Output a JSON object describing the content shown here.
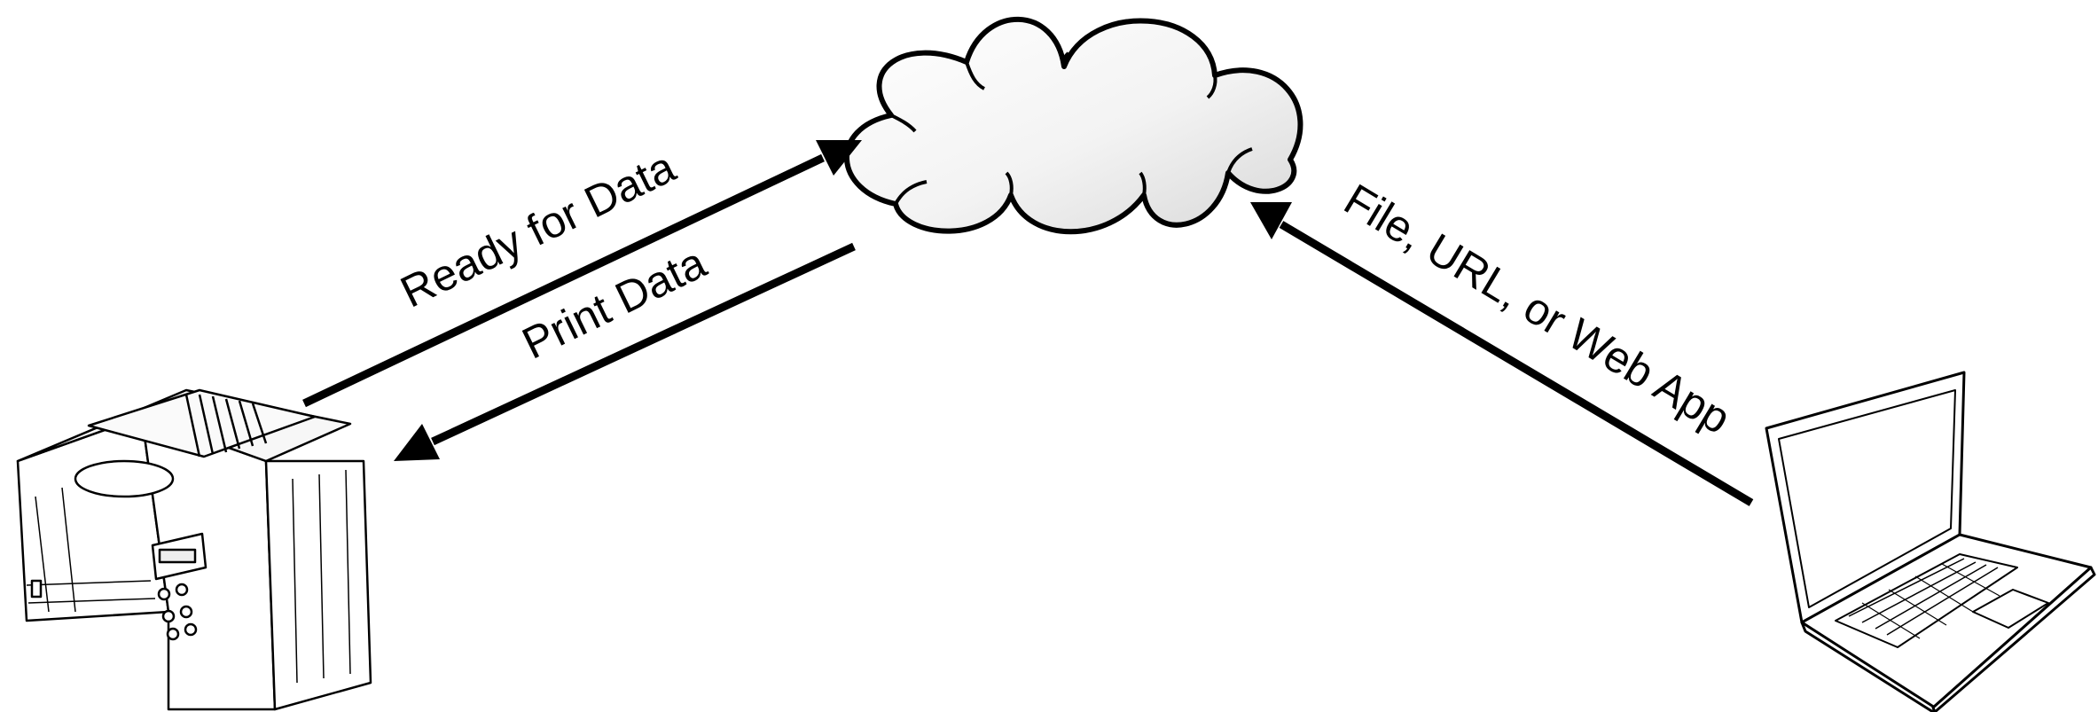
{
  "diagram": {
    "nodes": {
      "cloud": {
        "icon": "cloud-icon"
      },
      "printer": {
        "icon": "printer-icon"
      },
      "laptop": {
        "icon": "laptop-icon"
      }
    },
    "edges": [
      {
        "id": "ready-for-data",
        "label": "Ready for Data",
        "from": "printer",
        "to": "cloud"
      },
      {
        "id": "print-data",
        "label": "Print Data",
        "from": "cloud",
        "to": "printer"
      },
      {
        "id": "file-url-webapp",
        "label": "File, URL, or Web App",
        "from": "laptop",
        "to": "cloud"
      }
    ],
    "colors": {
      "stroke": "#000000",
      "cloud_fill_light": "#ffffff",
      "cloud_fill_dark": "#dcdcdc",
      "background": "#ffffff"
    }
  }
}
